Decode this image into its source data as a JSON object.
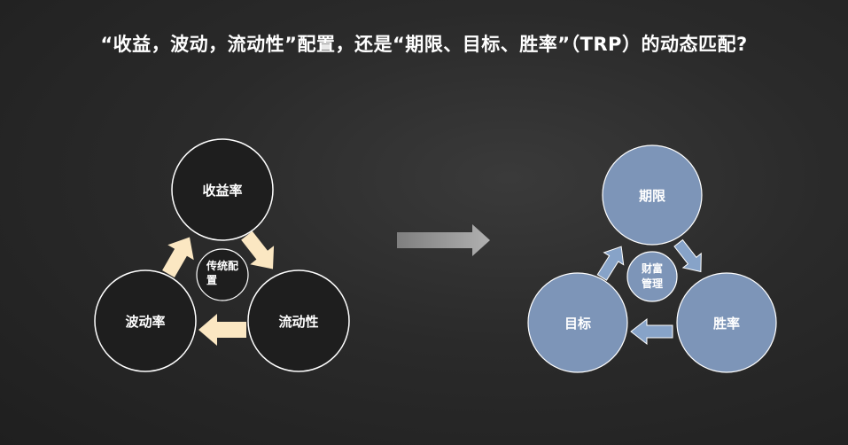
{
  "title": "“收益，波动，流动性”配置，还是“期限、目标、胜率”（TRP）的动态匹配?",
  "left_cycle": {
    "nodes": [
      "收益率",
      "流动性",
      "波动率"
    ],
    "center_line1": "传统配",
    "center_line2": "置"
  },
  "right_cycle": {
    "nodes": [
      "期限",
      "胜率",
      "目标"
    ],
    "center_line1": "财富",
    "center_line2": "管理"
  },
  "colors": {
    "left_arrow": "#fbe7c2",
    "right_node_fill": "#7d95b8",
    "right_arrow": "#87a3c8",
    "transition_arrow": "#9a9a9a"
  }
}
